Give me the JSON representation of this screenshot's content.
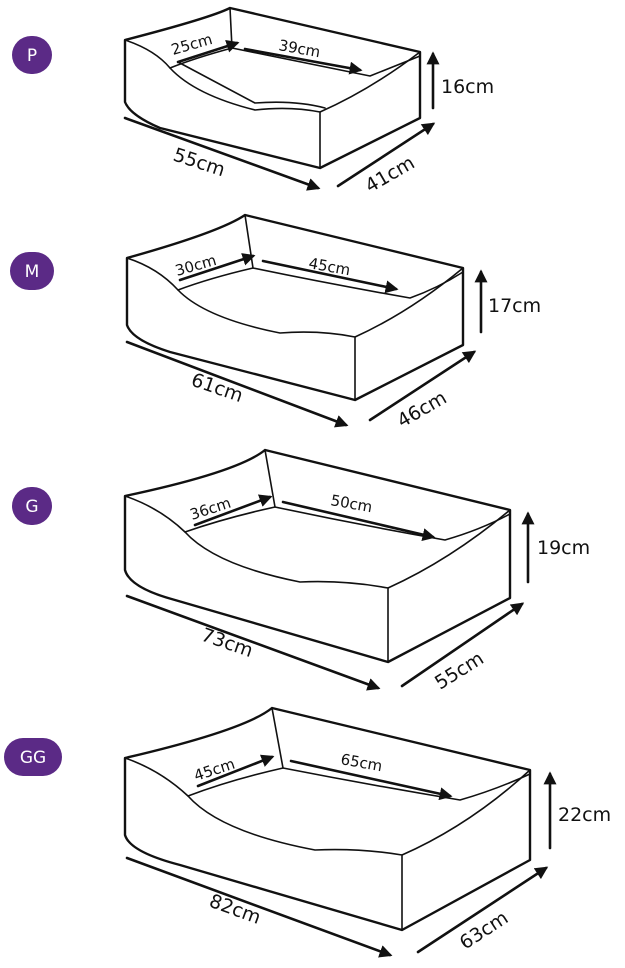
{
  "colors": {
    "badge": "#5b2a86",
    "line": "#111111",
    "background": "#ffffff"
  },
  "sizes": [
    {
      "label": "P",
      "length": "55cm",
      "width": "41cm",
      "height": "16cm",
      "inner_width": "25cm",
      "inner_length": "39cm"
    },
    {
      "label": "M",
      "length": "61cm",
      "width": "46cm",
      "height": "17cm",
      "inner_width": "30cm",
      "inner_length": "45cm"
    },
    {
      "label": "G",
      "length": "73cm",
      "width": "55cm",
      "height": "19cm",
      "inner_width": "36cm",
      "inner_length": "50cm"
    },
    {
      "label": "GG",
      "length": "82cm",
      "width": "63cm",
      "height": "22cm",
      "inner_width": "45cm",
      "inner_length": "65cm"
    }
  ]
}
